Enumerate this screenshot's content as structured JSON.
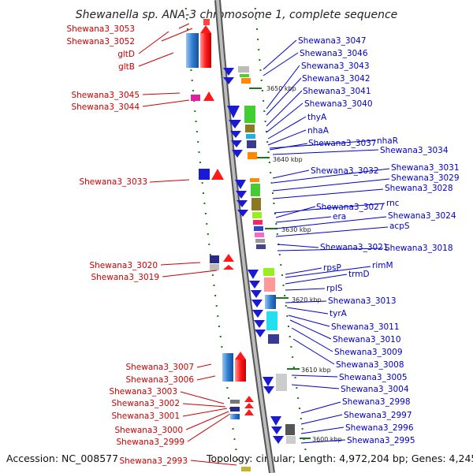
{
  "title": "Shewanella sp. ANA-3 chromosome 1, complete sequence",
  "footer": {
    "accession": "Accession: NC_008577",
    "topology": "Topology: circular; Length: 4,972,204 bp; Genes: 4,245"
  },
  "scale_marks": [
    {
      "text": "3650 kbp"
    },
    {
      "text": "3640 kbp"
    },
    {
      "text": "3630 kbp"
    },
    {
      "text": "3620 kbp"
    },
    {
      "text": "3610 kbp"
    },
    {
      "text": "3600 kbp"
    }
  ],
  "left_labels": [
    "Shewana3_3053",
    "Shewana3_3052",
    "gltD",
    "gltB",
    "Shewana3_3045",
    "Shewana3_3044",
    "Shewana3_3033",
    "Shewana3_3020",
    "Shewana3_3019",
    "Shewana3_3007",
    "Shewana3_3006",
    "Shewana3_3003",
    "Shewana3_3002",
    "Shewana3_3001",
    "Shewana3_3000",
    "Shewana3_2999",
    "Shewana3_2993"
  ],
  "right_labels": [
    "Shewana3_3047",
    "Shewana3_3046",
    "Shewana3_3043",
    "Shewana3_3042",
    "Shewana3_3041",
    "Shewana3_3040",
    "thyA",
    "nhaA",
    "nhaR",
    "Shewana3_3037",
    "Shewana3_3034",
    "Shewana3_3032",
    "Shewana3_3031",
    "Shewana3_3029",
    "Shewana3_3028",
    "rnc",
    "Shewana3_3027",
    "era",
    "Shewana3_3024",
    "acpS",
    "Shewana3_3021",
    "Shewana3_3018",
    "rimM",
    "rpsP",
    "trmD",
    "rplS",
    "Shewana3_3013",
    "tyrA",
    "Shewana3_3011",
    "Shewana3_3010",
    "Shewana3_3009",
    "Shewana3_3008",
    "Shewana3_3005",
    "Shewana3_3004",
    "Shewana3_2998",
    "Shewana3_2997",
    "Shewana3_2996",
    "Shewana3_2995"
  ],
  "colors": {
    "forward_label": "#cc0000",
    "reverse_label": "#0000cc",
    "backbone": "#888888",
    "tick": "#1a7a1a"
  }
}
